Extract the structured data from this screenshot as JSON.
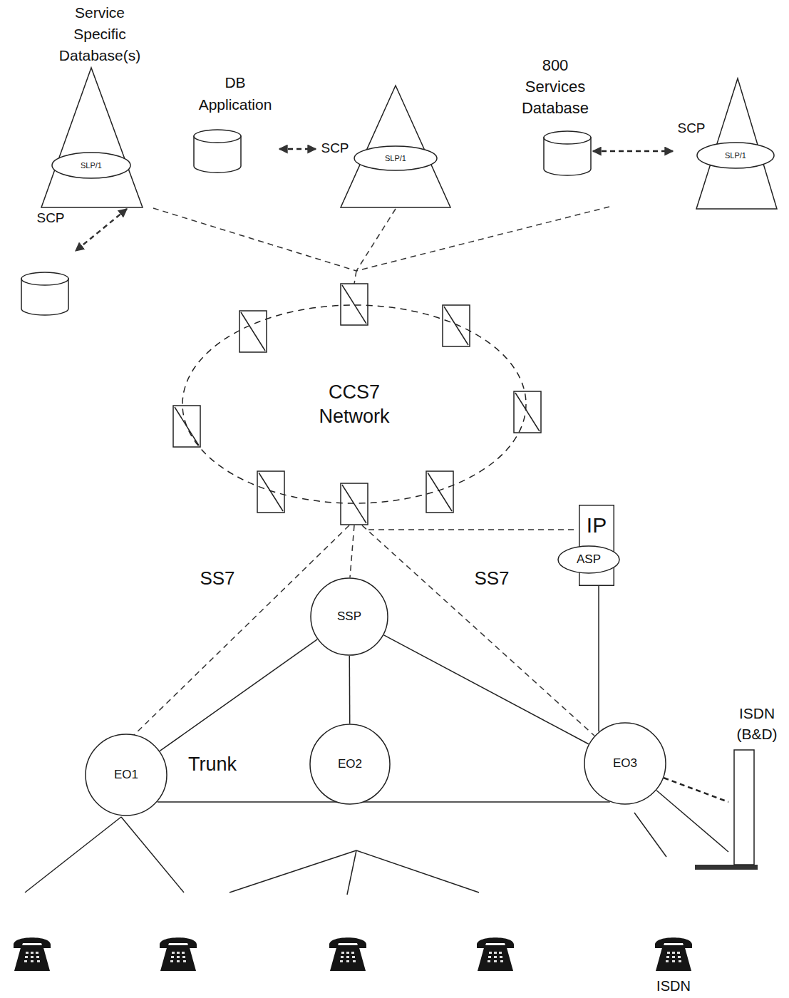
{
  "diagram": {
    "nodes": [
      {
        "text": [
          "SCP"
        ]
      },
      {
        "text": [
          "SLP/1"
        ],
        "in": 0
      },
      {
        "text": [
          "DB Application"
        ]
      },
      {
        "text": [
          "SCP"
        ]
      },
      {
        "text": [
          "SLP/1"
        ],
        "in": 3
      },
      {
        "text": [
          "800 Services Database"
        ]
      },
      {
        "text": [
          "SCP"
        ]
      },
      {
        "text": [
          "SLP/1"
        ],
        "in": 6
      },
      {
        "text": [
          "CCS7 Network"
        ]
      },
      {
        "text": [
          "IP"
        ]
      },
      {
        "text": [
          "ASP"
        ],
        "in": 9
      },
      {
        "text": [
          "SSP"
        ]
      },
      {
        "text": [
          "EO1"
        ]
      },
      {
        "text": [
          "EO2"
        ]
      },
      {
        "text": [
          "EO3"
        ]
      },
      {
        "text": [
          "ISDN (B&D)"
        ]
      }
    ],
    "edges": [
      {
        "from": 2,
        "to": 3,
        "arrow": "both"
      },
      {
        "from": 5,
        "to": 6,
        "arrow": "both"
      },
      {
        "from": 11,
        "to": 12,
        "arrow": "none"
      },
      {
        "from": 11,
        "to": 13,
        "arrow": "none"
      },
      {
        "from": 11,
        "to": 14,
        "arrow": "none"
      },
      {
        "from": 12,
        "to": 14,
        "arrow": "none"
      },
      {
        "from": 9,
        "to": 14,
        "arrow": "none"
      },
      {
        "from": 14,
        "to": 15,
        "arrow": "none"
      },
      {
        "from": 14,
        "to": 15,
        "arrow": "none"
      }
    ],
    "labels": [
      "Service Specific Database(s)",
      "Trunk",
      "SS7",
      "SS7",
      "ISDN"
    ]
  }
}
